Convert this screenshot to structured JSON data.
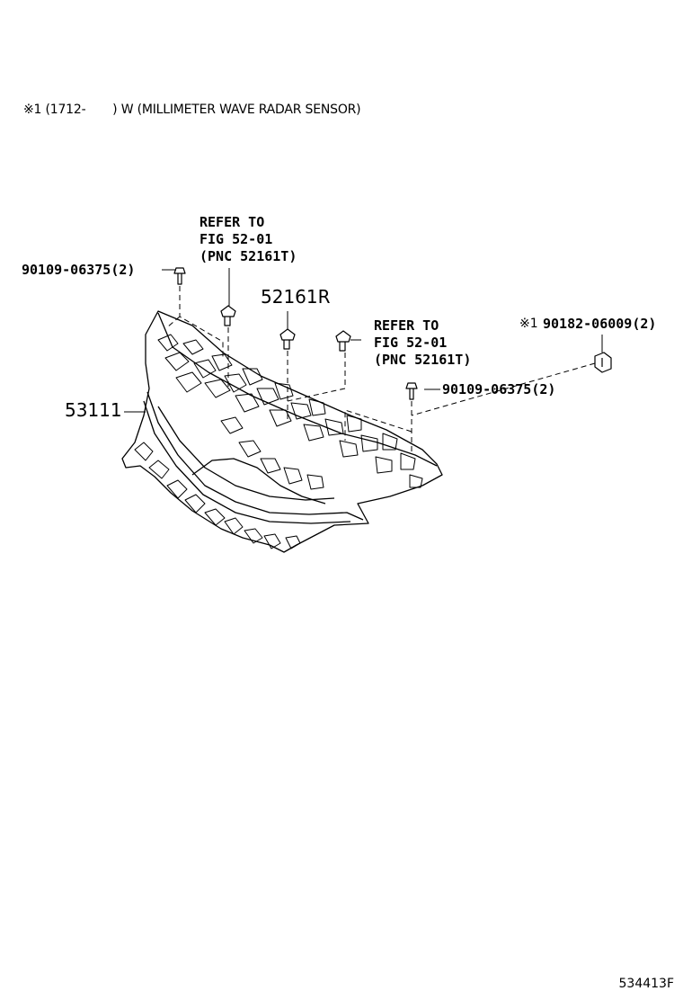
{
  "header_note": "※1 (1712-       ) W (MILLIMETER WAVE RADAR SENSOR)",
  "callouts": {
    "bolt_left": "90109-06375(2)",
    "bolt_right": "90109-06375(2)",
    "clip_center": "52161R",
    "grille_panel": "53111",
    "nut_right": "90182-06009(2)",
    "nut_prefix": "※1",
    "refer_left": [
      "REFER TO",
      "FIG 52-01",
      "(PNC 52161T)"
    ],
    "refer_right": [
      "REFER TO",
      "FIG 52-01",
      "(PNC 52161T)"
    ]
  },
  "figure_code": "534413F"
}
